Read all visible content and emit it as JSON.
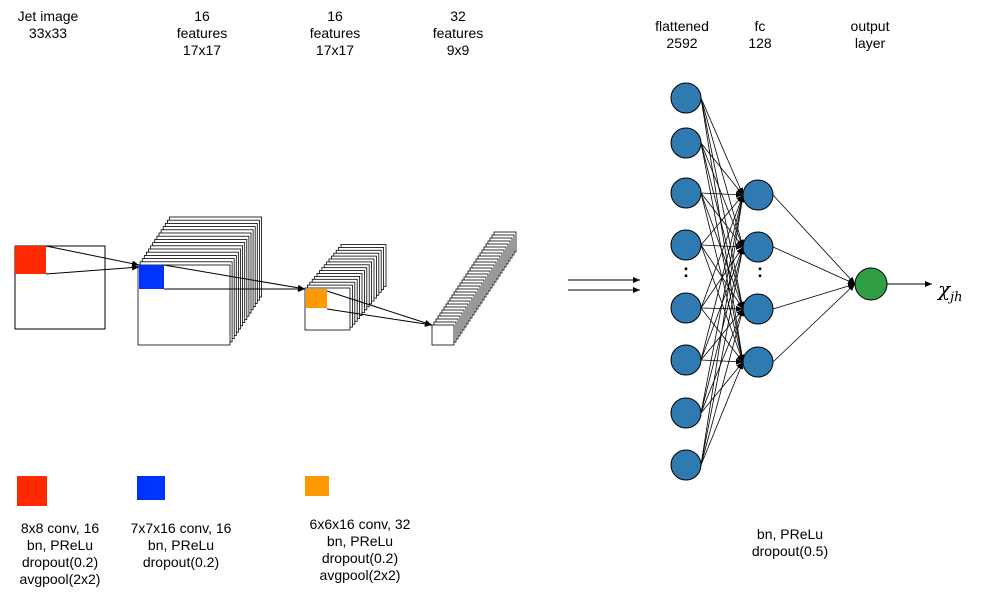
{
  "colors": {
    "kernel1": "#ff2a00",
    "kernel2": "#0033ff",
    "kernel3": "#ff9900",
    "neuron": "#2f7ab0",
    "output_neuron": "#2f9e44",
    "line": "#000000"
  },
  "layers": {
    "input": [
      "Jet image",
      "33x33"
    ],
    "conv1": [
      "16",
      "features",
      "17x17"
    ],
    "conv2": [
      "16",
      "features",
      "17x17"
    ],
    "conv3": [
      "32",
      "features",
      "9x9"
    ],
    "flattened": [
      "flattened",
      "2592"
    ],
    "fc": [
      "fc",
      "128"
    ],
    "output": [
      "output",
      "layer"
    ]
  },
  "ops": {
    "op1": [
      "8x8 conv, 16",
      "bn, PReLu",
      "dropout(0.2)",
      "avgpool(2x2)"
    ],
    "op2": [
      "7x7x16 conv, 16",
      "bn, PReLu",
      "dropout(0.2)"
    ],
    "op3": [
      "6x6x16 conv, 32",
      "bn, PReLu",
      "dropout(0.2)",
      "avgpool(2x2)"
    ],
    "dense": [
      "bn, PReLu",
      "dropout(0.5)"
    ]
  },
  "output_symbol": {
    "main": "χ",
    "sub": "jh"
  },
  "ellipsis": ":"
}
